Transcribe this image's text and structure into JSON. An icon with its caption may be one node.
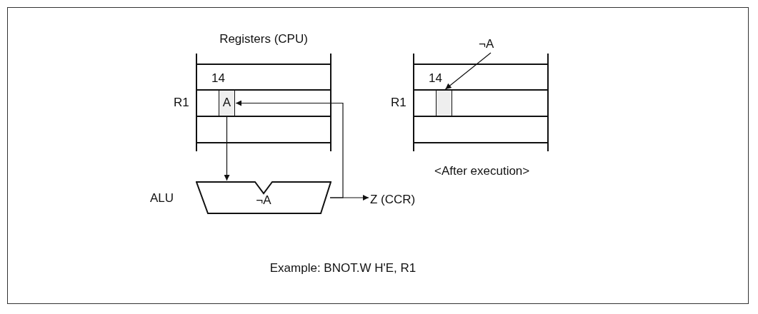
{
  "diagram": {
    "caption": "Example: BNOT.W H'E, R1",
    "nodes": [
      {
        "text": [
          "Registers (CPU)"
        ]
      },
      {
        "text": [
          "A"
        ],
        "in": 0,
        "beside": [
          "14"
        ]
      },
      {
        "text": [
          "¬A"
        ],
        "beside": [
          "ALU"
        ]
      },
      {
        "text": [
          "Z (CCR)"
        ]
      },
      {
        "text": [],
        "shape": "box",
        "beside": [
          "<After execution>"
        ]
      },
      {
        "text": [],
        "shape": "box",
        "in": 4,
        "beside": [
          "14"
        ]
      },
      {
        "text": [
          "¬A"
        ]
      }
    ],
    "edges": [
      {
        "from": 1,
        "to": 2,
        "arrow": "to"
      },
      {
        "from": 2,
        "to": 1,
        "arrow": "to"
      },
      {
        "from": 2,
        "to": 3,
        "arrow": "to"
      },
      {
        "from": 6,
        "to": 5,
        "arrow": "to"
      }
    ],
    "labels": [
      "R1",
      "R1"
    ]
  }
}
